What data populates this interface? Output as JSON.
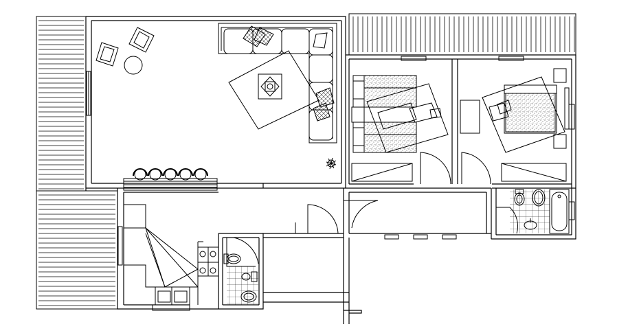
{
  "drawing": {
    "kind": "architectural-floor-plan",
    "line_color": "#000000",
    "background_color": "#ffffff",
    "text_labels": []
  },
  "rooms": [
    {
      "id": "living-room",
      "furniture": [
        "sectional-sofa",
        "rug",
        "coffee-table",
        "armchair",
        "armchair",
        "round-side-table",
        "bar-counter",
        "bar-stool",
        "bar-stool",
        "bar-stool",
        "bar-stool",
        "bar-stool",
        "potted-plant"
      ]
    },
    {
      "id": "bedroom-1",
      "furniture": [
        "single-bed",
        "single-bed",
        "rug",
        "nightstand",
        "desk-chair",
        "wardrobe"
      ]
    },
    {
      "id": "bedroom-2",
      "furniture": [
        "double-bed",
        "rug",
        "desk",
        "chair",
        "nightstand",
        "nightstand",
        "wardrobe"
      ]
    },
    {
      "id": "bathroom-1",
      "furniture": [
        "toilet",
        "bathtub",
        "washbasin"
      ]
    },
    {
      "id": "bathroom-2",
      "furniture": [
        "toilet",
        "shower",
        "washbasin"
      ]
    },
    {
      "id": "kitchen",
      "furniture": [
        "counter",
        "sink",
        "stove"
      ]
    },
    {
      "id": "hallway",
      "furniture": []
    }
  ],
  "outdoor": [
    "deck-left",
    "deck-top",
    "deck-lower-left"
  ],
  "icons": [
    "sofa-icon",
    "armchair-icon",
    "bed-icon",
    "toilet-icon",
    "bathtub-icon",
    "sink-icon",
    "stove-icon",
    "plant-icon",
    "door-swing-icon"
  ]
}
